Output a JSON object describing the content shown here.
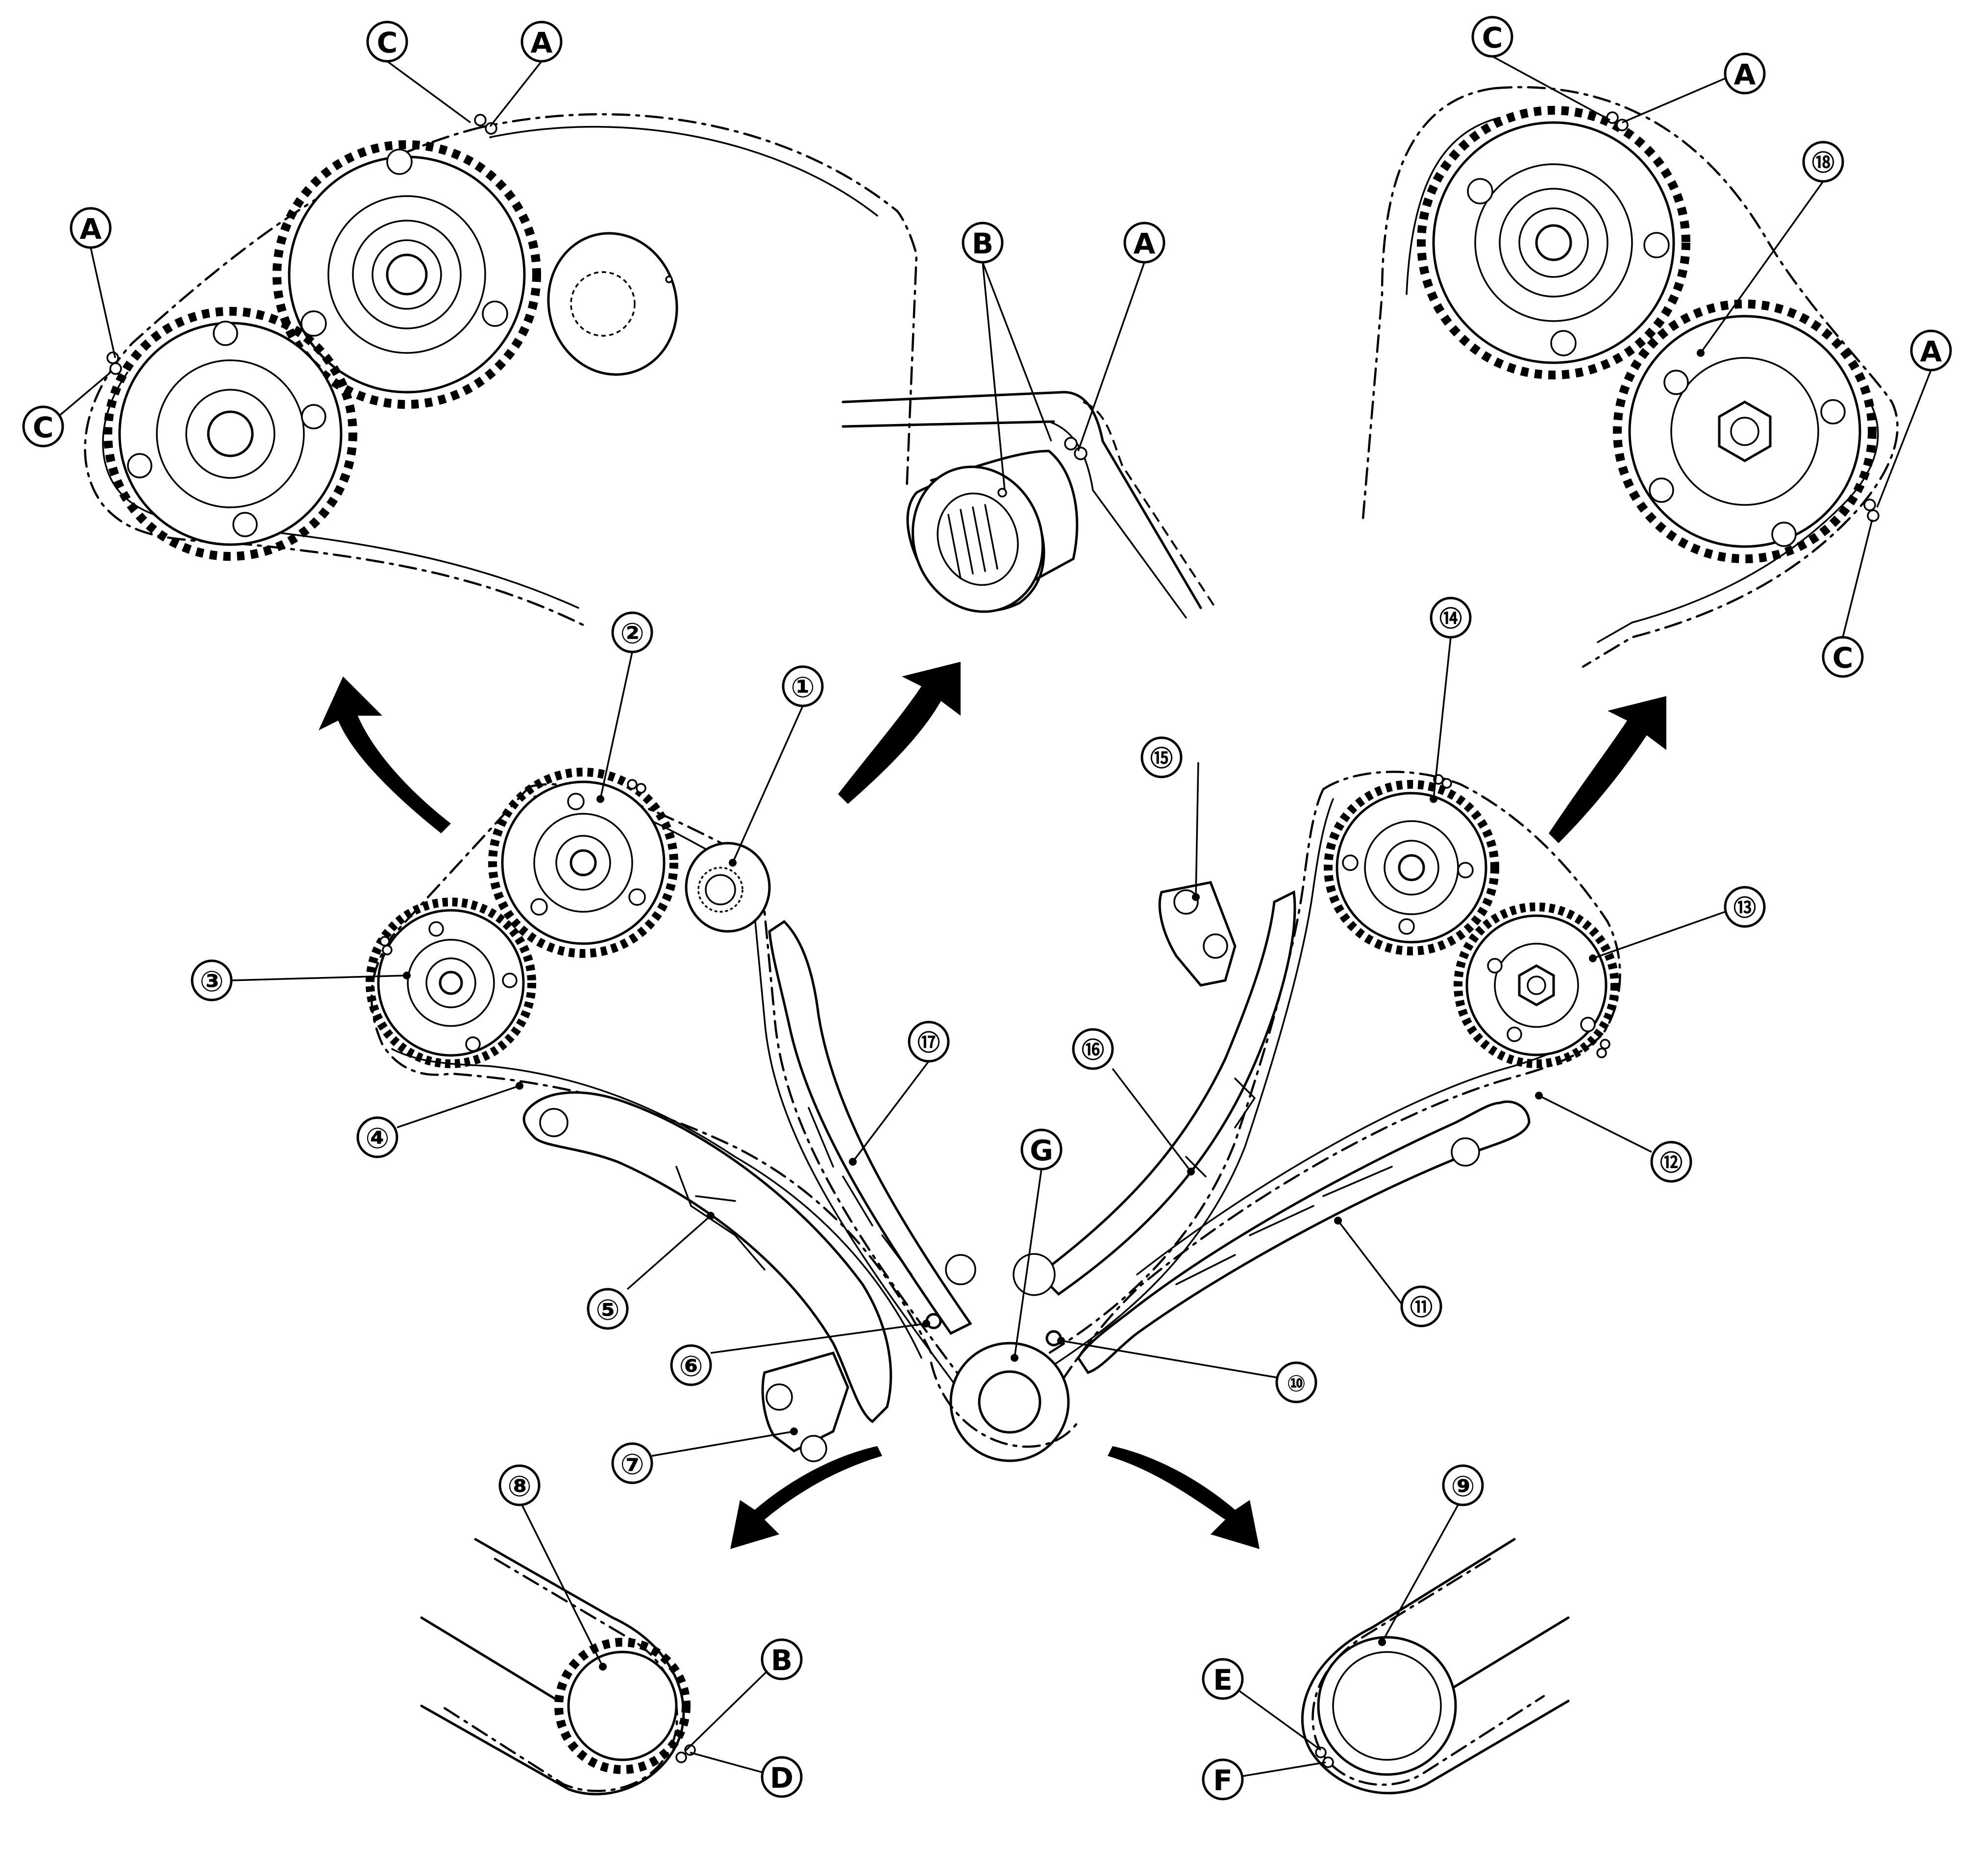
{
  "diagram": {
    "callouts": {
      "1": "①",
      "2": "②",
      "3": "③",
      "4": "④",
      "5": "⑤",
      "6": "⑥",
      "7": "⑦",
      "8": "⑧",
      "9": "⑨",
      "10": "⑩",
      "11": "⑪",
      "12": "⑫",
      "13": "⑬",
      "14": "⑭",
      "15": "⑮",
      "16": "⑯",
      "17": "⑰",
      "18": "⑱",
      "A": "A",
      "B": "B",
      "C": "C",
      "D": "D",
      "E": "E",
      "F": "F",
      "G": "G"
    }
  }
}
